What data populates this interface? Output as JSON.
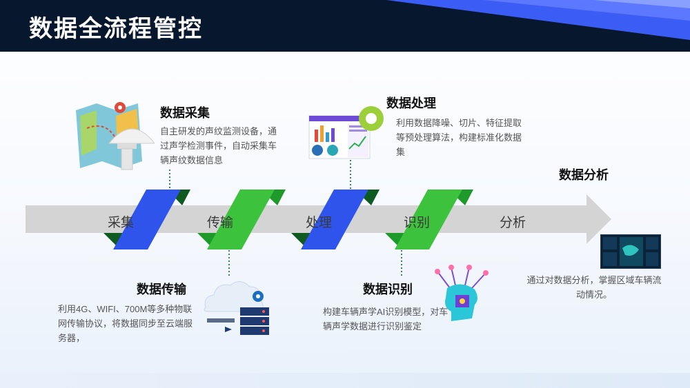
{
  "header": {
    "title": "数据全流程管控"
  },
  "flow": {
    "stages": [
      {
        "label": "采集"
      },
      {
        "label": "传输"
      },
      {
        "label": "处理"
      },
      {
        "label": "识别"
      },
      {
        "label": "分析"
      }
    ]
  },
  "sections": {
    "collect": {
      "title": "数据采集",
      "desc_lines": [
        "自主研发的声纹监测设备，通",
        "过声学检测事件，自动采集车",
        "辆声纹数据信息"
      ]
    },
    "process": {
      "title": "数据处理",
      "desc_lines": [
        "利用数据降噪、切片、特征提取",
        "等预处理算法，构建标准化数据",
        "集"
      ]
    },
    "analyze": {
      "title": "数据分析",
      "desc_lines": [
        "通过对数据分析，掌握区域车辆流",
        "动情况。"
      ]
    },
    "transmit": {
      "title": "数据传输",
      "desc_lines": [
        "利用4G、WIFI、700M等多种物联",
        "网传输协议，将数据同步至云端服",
        "务器，"
      ]
    },
    "identify": {
      "title": "数据识别",
      "desc_lines": [
        "构建车辆声学AI识别模型，对车",
        "辆声学数据进行识别鉴定"
      ]
    }
  },
  "colors": {
    "header_bg": "#07172e",
    "arrow_gray": "#d4d4d4",
    "blue_band": "#2f54eb",
    "green_band": "#3cc23c",
    "dark_green": "#0e5a20"
  }
}
